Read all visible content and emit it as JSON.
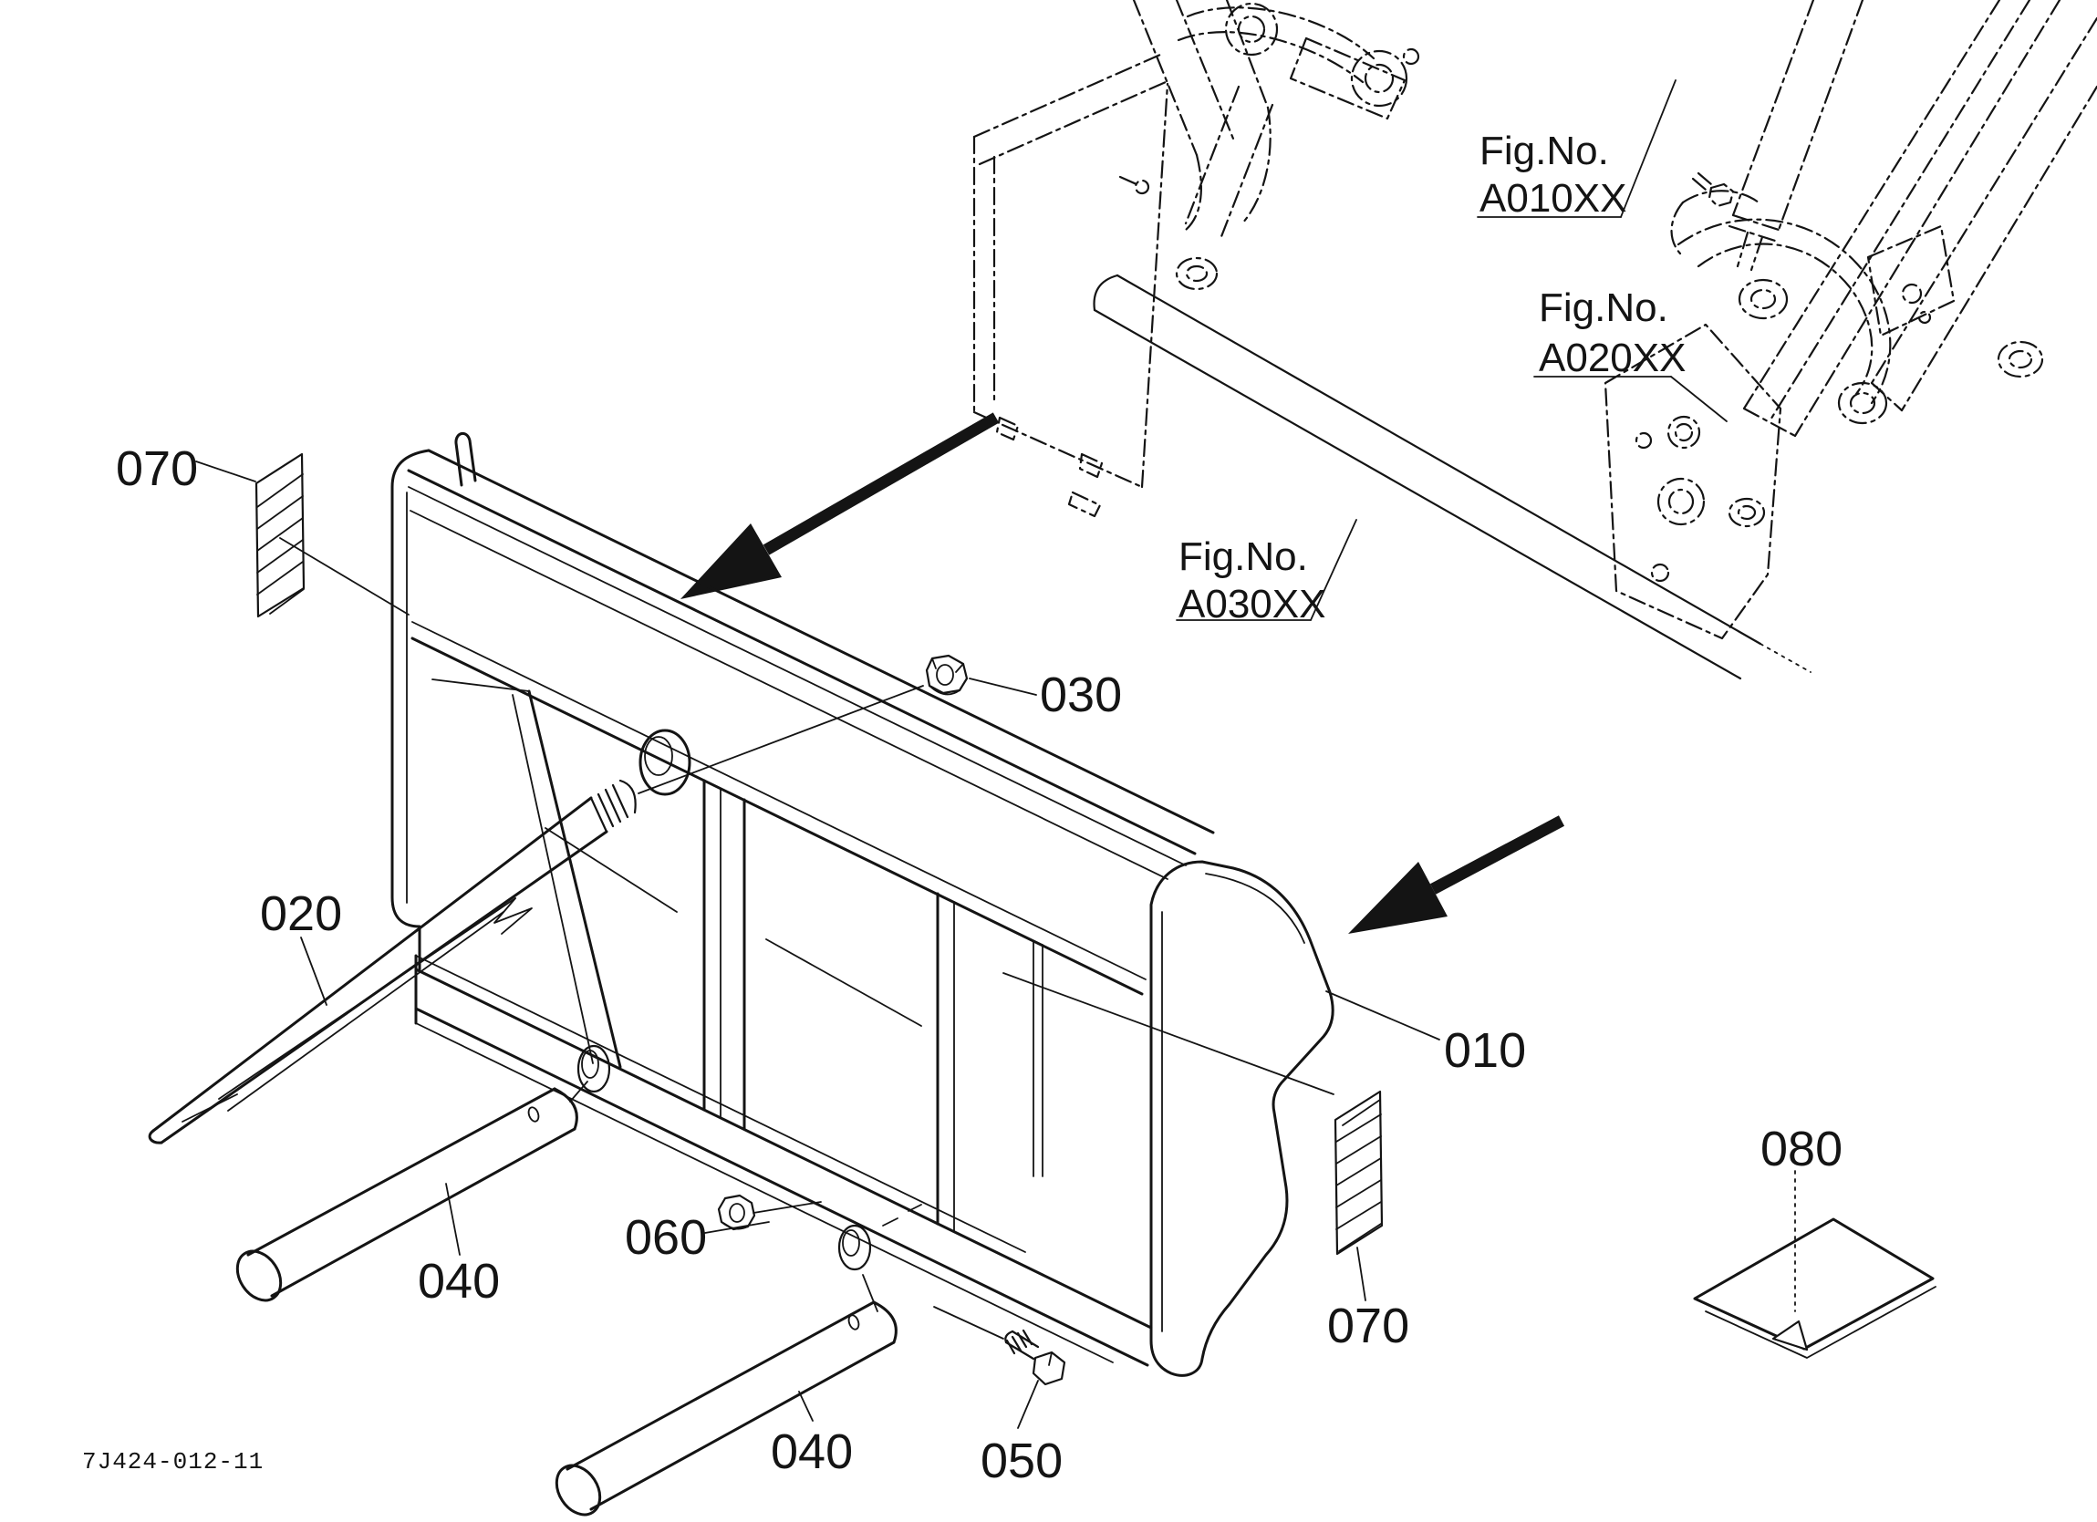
{
  "page": {
    "background": "#ffffff",
    "ink_color": "#141414"
  },
  "drawing": {
    "number": "7J424-012-11",
    "callouts": {
      "c010": "010",
      "c020": "020",
      "c030": "030",
      "c040": "040",
      "c050": "050",
      "c060": "060",
      "c070": "070",
      "c080": "080"
    },
    "figure_references": {
      "a010": {
        "prefix": "Fig.No.",
        "number": "A010XX"
      },
      "a020": {
        "prefix": "Fig.No.",
        "number": "A020XX"
      },
      "a030": {
        "prefix": "Fig.No.",
        "number": "A030XX"
      }
    }
  }
}
